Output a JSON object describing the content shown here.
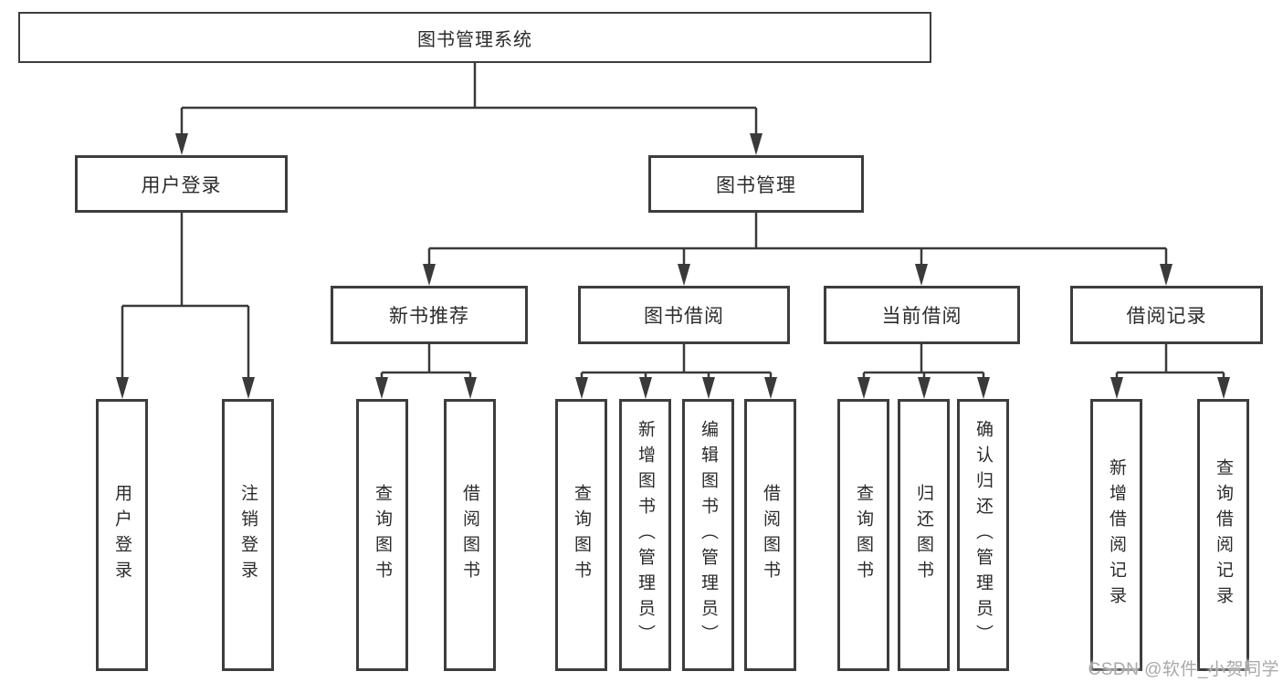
{
  "diagram": {
    "root": "图书管理系统",
    "level2": [
      "用户登录",
      "图书管理"
    ],
    "level3": [
      "新书推荐",
      "图书借阅",
      "当前借阅",
      "借阅记录"
    ],
    "groups": {
      "userLogin": [
        "用户登录",
        "注销登录"
      ],
      "newBook": [
        "查询图书",
        "借阅图书"
      ],
      "bookBorrow": [
        "查询图书",
        "新增图书（管理员）",
        "编辑图书（管理员）",
        "借阅图书"
      ],
      "currentBorrow": [
        "查询图书",
        "归还图书",
        "确认归还（管理员）"
      ],
      "borrowRecord": [
        "新增借阅记录",
        "查询借阅记录"
      ]
    }
  },
  "watermark": "CSDN @软件_小贺同学",
  "colors": {
    "line": "#3a3a3a",
    "box_border": "#3d3d3d",
    "text": "#2b2b2b",
    "background": "#ffffff",
    "watermark": "#a9a9a9"
  }
}
